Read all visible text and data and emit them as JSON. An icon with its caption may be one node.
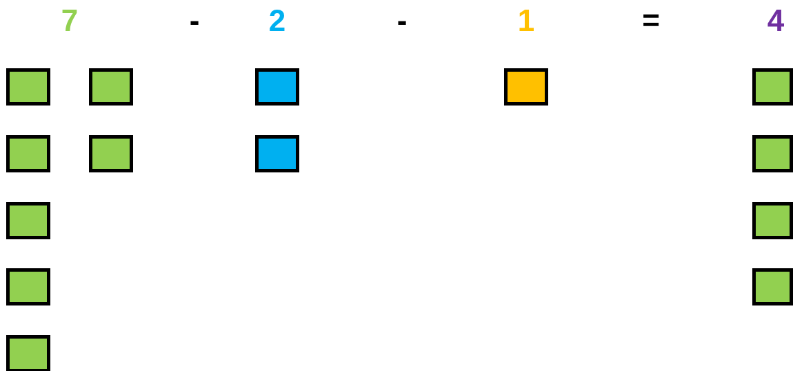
{
  "diagram": {
    "nodes": [
      {
        "text": [],
        "shape": "box"
      },
      {
        "text": [],
        "shape": "box"
      },
      {
        "text": [],
        "shape": "box"
      },
      {
        "text": [],
        "shape": "box"
      },
      {
        "text": [],
        "shape": "box"
      },
      {
        "text": [],
        "shape": "box"
      },
      {
        "text": [],
        "shape": "box"
      },
      {
        "text": [],
        "shape": "box"
      },
      {
        "text": [],
        "shape": "box"
      },
      {
        "text": [],
        "shape": "box"
      },
      {
        "text": [],
        "shape": "box"
      },
      {
        "text": [],
        "shape": "box"
      },
      {
        "text": [],
        "shape": "box"
      },
      {
        "text": [],
        "shape": "box"
      }
    ],
    "labels": [
      "7",
      "-",
      "2",
      "-",
      "1",
      "=",
      "4"
    ]
  }
}
